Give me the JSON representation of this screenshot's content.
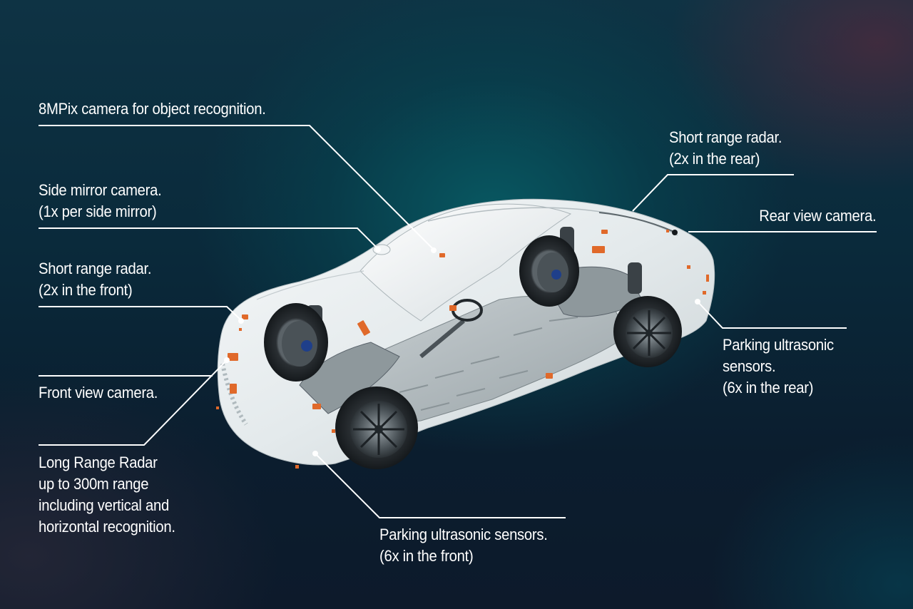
{
  "diagram": {
    "subject": "Car sensor layout (driver assistance sensors)",
    "colors": {
      "background_teal": "#0a4a56",
      "background_dark": "#0b1d2e",
      "accent_magenta": "#5a2a3c",
      "car_body": "#e9eef0",
      "sensor_orange": "#e0692a",
      "text": "#ffffff",
      "leader_line": "#ffffff"
    },
    "callouts": [
      {
        "id": "main-camera",
        "lines": [
          "8MPix camera for object recognition."
        ]
      },
      {
        "id": "side-mirror-camera",
        "lines": [
          "Side mirror camera.",
          "(1x per side mirror)"
        ]
      },
      {
        "id": "front-short-range-radar",
        "lines": [
          "Short range radar.",
          "(2x in the front)"
        ]
      },
      {
        "id": "front-view-camera",
        "lines": [
          "Front view camera."
        ]
      },
      {
        "id": "long-range-radar",
        "lines": [
          "Long Range Radar",
          "up to 300m range",
          "including vertical and",
          "horizontal recognition."
        ]
      },
      {
        "id": "front-parking-sensors",
        "lines": [
          "Parking ultrasonic sensors.",
          "(6x in the front)"
        ]
      },
      {
        "id": "rear-short-range-radar",
        "lines": [
          "Short range radar.",
          "(2x in the rear)"
        ]
      },
      {
        "id": "rear-view-camera",
        "lines": [
          "Rear view camera."
        ]
      },
      {
        "id": "rear-parking-sensors",
        "lines": [
          "Parking ultrasonic",
          "sensors.",
          "(6x in the rear)"
        ]
      }
    ]
  }
}
